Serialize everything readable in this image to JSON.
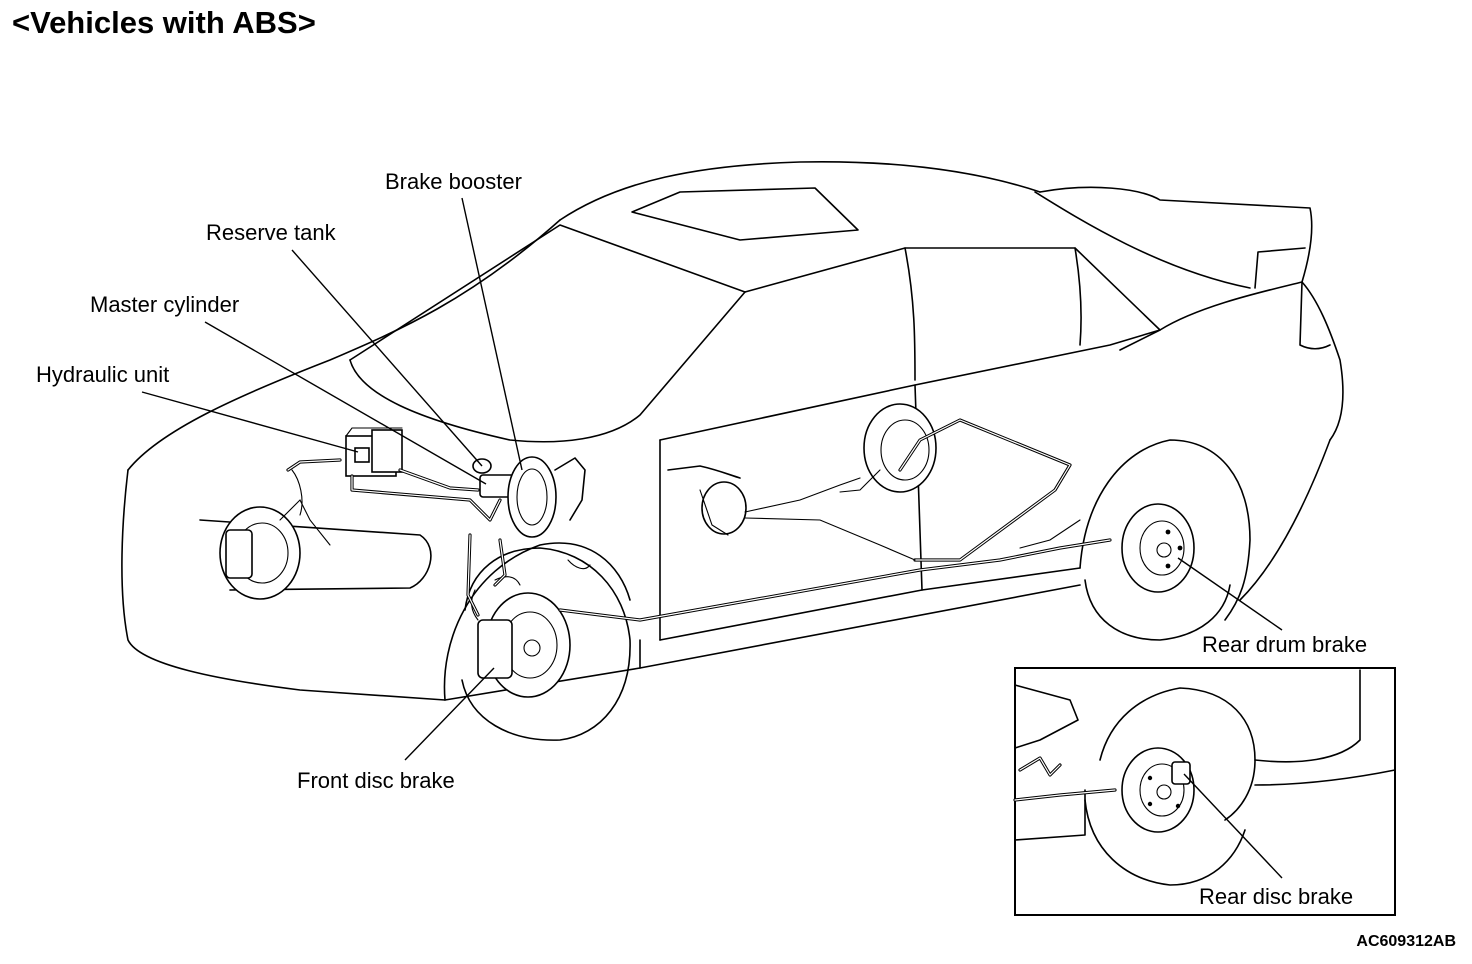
{
  "title": "<Vehicles with ABS>",
  "figure_code": "AC609312AB",
  "labels": {
    "brake_booster": "Brake booster",
    "reserve_tank": "Reserve tank",
    "master_cylinder": "Master cylinder",
    "hydraulic_unit": "Hydraulic unit",
    "front_disc_brake": "Front disc brake",
    "rear_drum_brake": "Rear drum brake",
    "rear_disc_brake": "Rear disc brake"
  }
}
